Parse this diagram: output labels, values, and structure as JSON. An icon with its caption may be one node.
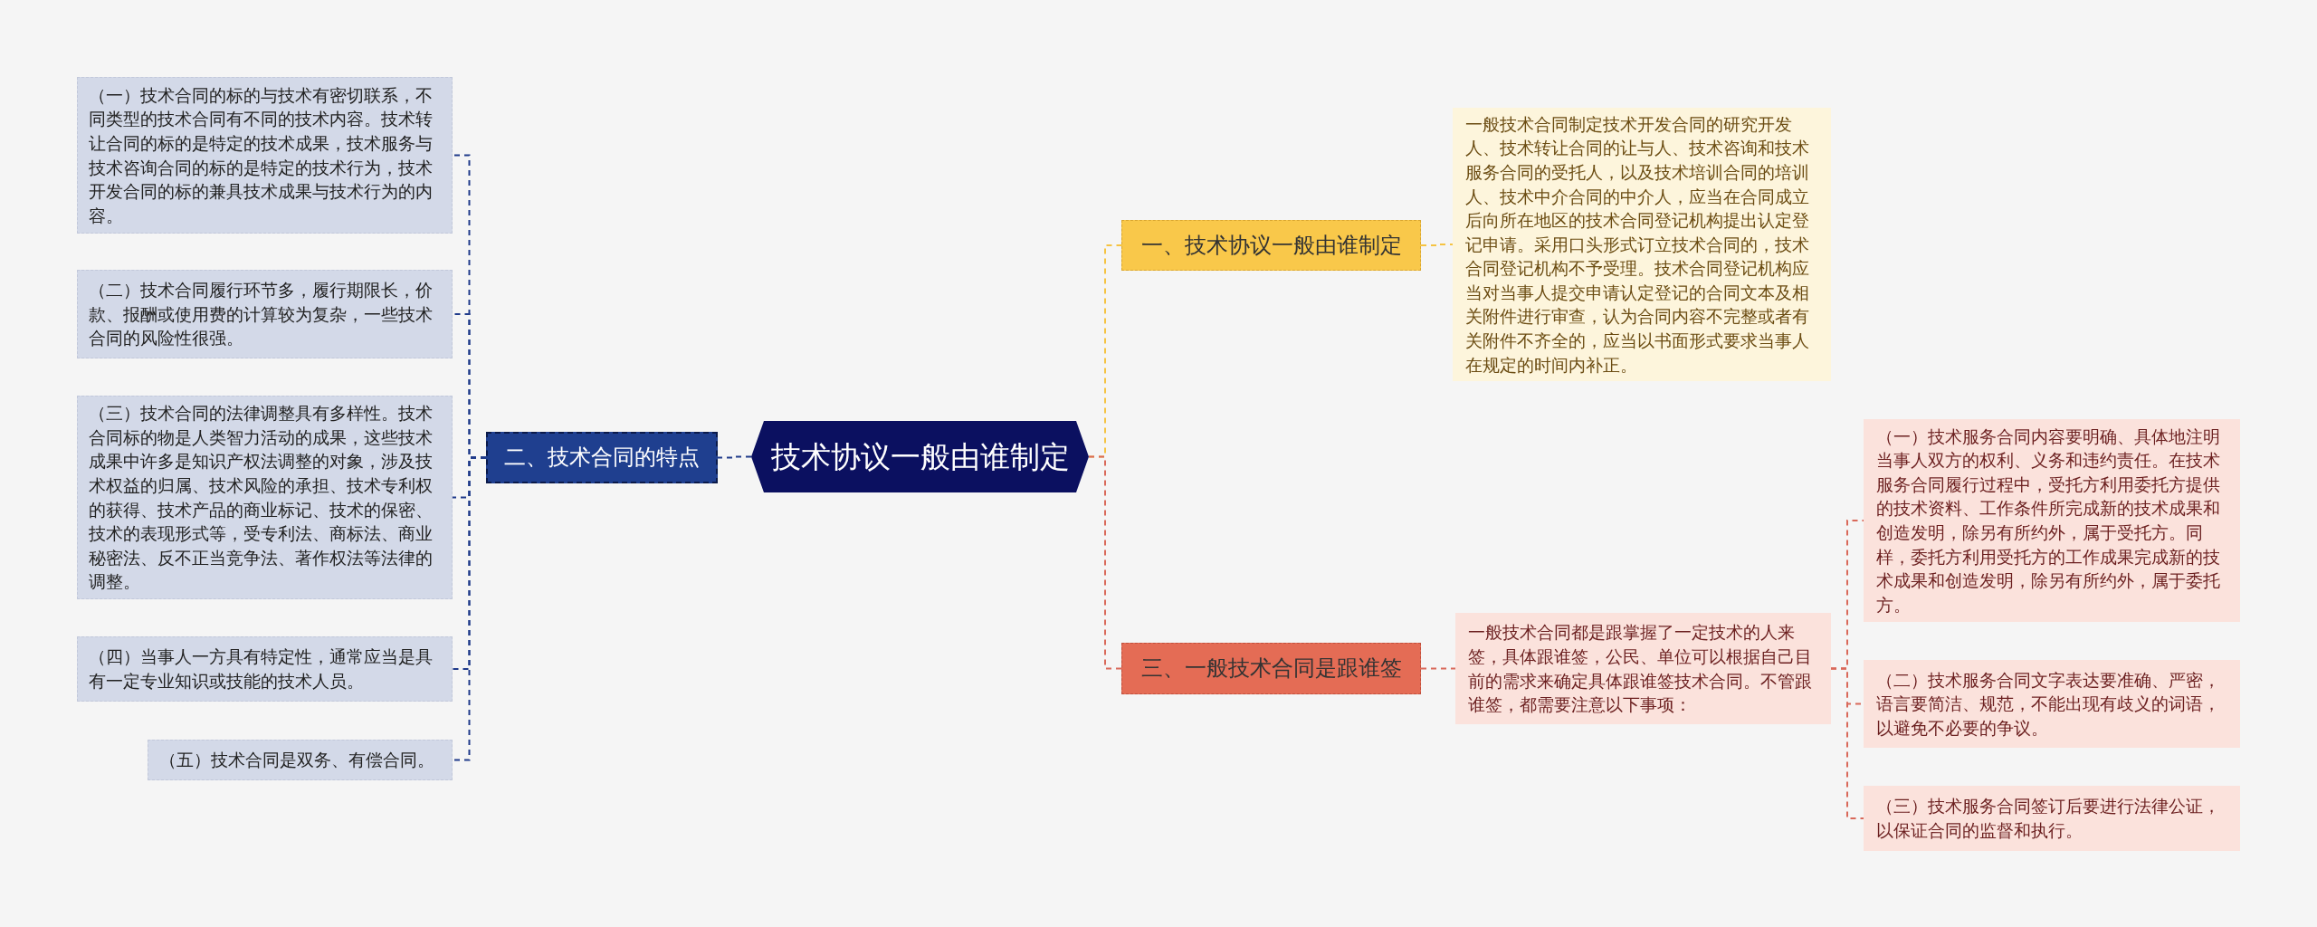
{
  "diagram": {
    "nodes": [
      {
        "text": [
          "技术协议一般由谁制定"
        ]
      },
      {
        "text": [
          "一、技术协议一般由谁制定"
        ]
      },
      {
        "text": [
          "一般技术合同制定技术开发合同的研究开发人、技术转让合同的让与人、技术咨询和技术服务合同的受托人，以及技术培训合同的培训人、技术中介合同的中介人，应当在合同成立后向所在地区的技术合同登记机构提出认定登记申请。采用口头形式订立技术合同的，技术合同登记机构不予受理。技术合同登记机构应当对当事人提交申请认定登记的合同文本及相关附件进行审查，认为合同内容不完整或者有关附件不齐全的，应当以书面形式要求当事人在规定的时间内补正。"
        ]
      },
      {
        "text": [
          "二、技术合同的特点"
        ]
      },
      {
        "text": [
          "（一）技术合同的标的与技术有密切联系，不同类型的技术合同有不同的技术内容。技术转让合同的标的是特定的技术成果，技术服务与技术咨询合同的标的是特定的技术行为，技术开发合同的标的兼具技术成果与技术行为的内容。"
        ]
      },
      {
        "text": [
          "（二）技术合同履行环节多，履行期限长，价款、报酬或使用费的计算较为复杂，一些技术合同的风险性很强。"
        ]
      },
      {
        "text": [
          "（三）技术合同的法律调整具有多样性。技术合同标的物是人类智力活动的成果，这些技术成果中许多是知识产权法调整的对象，涉及技术权益的归属、技术风险的承担、技术专利权的获得、技术产品的商业标记、技术的保密、技术的表现形式等，受专利法、商标法、商业秘密法、反不正当竞争法、著作权法等法律的调整。"
        ]
      },
      {
        "text": [
          "（四）当事人一方具有特定性，通常应当是具有一定专业知识或技能的技术人员。"
        ]
      },
      {
        "text": [
          "（五）技术合同是双务、有偿合同。"
        ]
      },
      {
        "text": [
          "三、一般技术合同是跟谁签"
        ]
      },
      {
        "text": [
          "一般技术合同都是跟掌握了一定技术的人来签，具体跟谁签，公民、单位可以根据自己目前的需求来确定具体跟谁签技术合同。不管跟谁签，都需要注意以下事项："
        ]
      },
      {
        "text": [
          "（一）技术服务合同内容要明确、具体地注明当事人双方的权利、义务和违约责任。在技术服务合同履行过程中，受托方利用委托方提供的技术资料、工作条件所完成新的技术成果和创造发明，除另有所约外，属于受托方。同样，委托方利用受托方的工作成果完成新的技术成果和创造发明，除另有所约外，属于委托方。"
        ]
      },
      {
        "text": [
          "（二）技术服务合同文字表达要准确、严密，语言要简洁、规范，不能出现有歧义的词语，以避免不必要的争议。"
        ]
      },
      {
        "text": [
          "（三）技术服务合同签订后要进行法律公证，以保证合同的监督和执行。"
        ]
      }
    ],
    "edges": [
      {
        "from": 0,
        "to": 1,
        "arrow": "none",
        "color": "#f5c342"
      },
      {
        "from": 1,
        "to": 2,
        "arrow": "none",
        "color": "#f5c342"
      },
      {
        "from": 0,
        "to": 3,
        "arrow": "none",
        "color": "#1f3a8a"
      },
      {
        "from": 3,
        "to": 4,
        "arrow": "none",
        "color": "#1f3a8a"
      },
      {
        "from": 3,
        "to": 5,
        "arrow": "none",
        "color": "#1f3a8a"
      },
      {
        "from": 3,
        "to": 6,
        "arrow": "none",
        "color": "#1f3a8a"
      },
      {
        "from": 3,
        "to": 7,
        "arrow": "none",
        "color": "#1f3a8a"
      },
      {
        "from": 3,
        "to": 8,
        "arrow": "none",
        "color": "#1f3a8a"
      },
      {
        "from": 0,
        "to": 9,
        "arrow": "none",
        "color": "#d9695a"
      },
      {
        "from": 9,
        "to": 10,
        "arrow": "none",
        "color": "#d9695a"
      },
      {
        "from": 10,
        "to": 11,
        "arrow": "none",
        "color": "#d9695a"
      },
      {
        "from": 10,
        "to": 12,
        "arrow": "none",
        "color": "#d9695a"
      },
      {
        "from": 10,
        "to": 13,
        "arrow": "none",
        "color": "#d9695a"
      }
    ]
  }
}
